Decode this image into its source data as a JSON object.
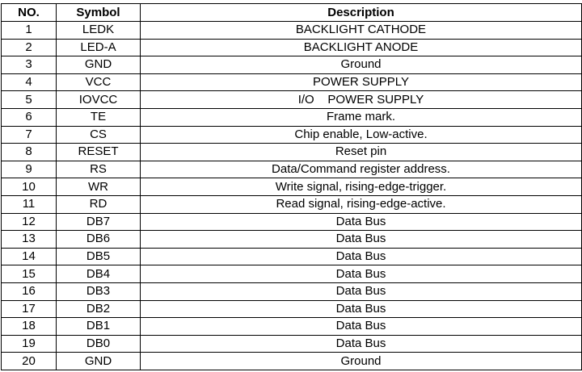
{
  "table": {
    "headers": [
      "NO.",
      "Symbol",
      "Description"
    ],
    "rows": [
      {
        "no": "1",
        "symbol": "LEDK",
        "description": "BACKLIGHT CATHODE"
      },
      {
        "no": "2",
        "symbol": "LED-A",
        "description": "BACKLIGHT ANODE"
      },
      {
        "no": "3",
        "symbol": "GND",
        "description": "Ground"
      },
      {
        "no": "4",
        "symbol": "VCC",
        "description": "POWER SUPPLY"
      },
      {
        "no": "5",
        "symbol": "IOVCC",
        "description": "I/O    POWER SUPPLY"
      },
      {
        "no": "6",
        "symbol": "TE",
        "description": "Frame mark."
      },
      {
        "no": "7",
        "symbol": "CS",
        "description": "Chip enable, Low-active."
      },
      {
        "no": "8",
        "symbol": "RESET",
        "description": "Reset pin"
      },
      {
        "no": "9",
        "symbol": "RS",
        "description": "Data/Command register address."
      },
      {
        "no": "10",
        "symbol": "WR",
        "description": "Write signal, rising-edge-trigger."
      },
      {
        "no": "11",
        "symbol": "RD",
        "description": "Read signal, rising-edge-active."
      },
      {
        "no": "12",
        "symbol": "DB7",
        "description": "Data Bus"
      },
      {
        "no": "13",
        "symbol": "DB6",
        "description": "Data Bus"
      },
      {
        "no": "14",
        "symbol": "DB5",
        "description": "Data Bus"
      },
      {
        "no": "15",
        "symbol": "DB4",
        "description": "Data Bus"
      },
      {
        "no": "16",
        "symbol": "DB3",
        "description": "Data Bus"
      },
      {
        "no": "17",
        "symbol": "DB2",
        "description": "Data Bus"
      },
      {
        "no": "18",
        "symbol": "DB1",
        "description": "Data Bus"
      },
      {
        "no": "19",
        "symbol": "DB0",
        "description": "Data Bus"
      },
      {
        "no": "20",
        "symbol": "GND",
        "description": "Ground"
      }
    ]
  }
}
